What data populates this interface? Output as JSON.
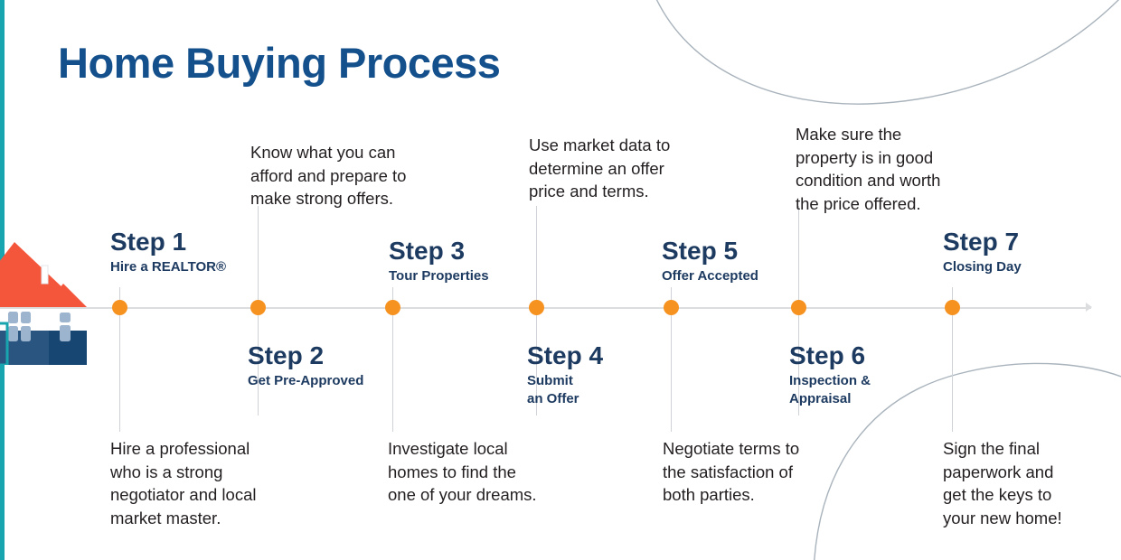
{
  "title": "Home Buying Process",
  "colors": {
    "accent_teal": "#18A5AF",
    "title_blue": "#14508C",
    "step_navy": "#1D3A60",
    "dot_orange": "#F69220",
    "line_gray": "#DCDDDF",
    "roof_red": "#F4563C",
    "house_base_navy": "#1C4268",
    "window_blue": "#9CB4CE",
    "body_text": "#231F20"
  },
  "timeline": {
    "steps": [
      {
        "id": 1,
        "number": "Step 1",
        "subtitle": "Hire a REALTOR®",
        "label_position": "above",
        "description": "Hire a professional\nwho is a strong\nnegotiator and local\nmarket master.",
        "description_position": "below"
      },
      {
        "id": 2,
        "number": "Step 2",
        "subtitle": "Get Pre-Approved",
        "label_position": "below",
        "description": "Know what you can\nafford and prepare to\nmake strong offers.",
        "description_position": "above"
      },
      {
        "id": 3,
        "number": "Step 3",
        "subtitle": "Tour Properties",
        "label_position": "above",
        "description": "Investigate local\nhomes to find the\none of your dreams.",
        "description_position": "below"
      },
      {
        "id": 4,
        "number": "Step 4",
        "subtitle": "Submit\nan Offer",
        "label_position": "below",
        "description": "Use market data to\ndetermine an offer\nprice and terms.",
        "description_position": "above"
      },
      {
        "id": 5,
        "number": "Step 5",
        "subtitle": "Offer Accepted",
        "label_position": "above",
        "description": "Negotiate terms to\nthe satisfaction of\nboth parties.",
        "description_position": "below"
      },
      {
        "id": 6,
        "number": "Step 6",
        "subtitle": "Inspection &\nAppraisal",
        "label_position": "below",
        "description": "Make sure the\nproperty is in good\ncondition and worth\nthe price offered.",
        "description_position": "above"
      },
      {
        "id": 7,
        "number": "Step 7",
        "subtitle": "Closing Day",
        "label_position": "above",
        "description": "Sign the final\npaperwork and\nget the keys to\nyour new home!",
        "description_position": "below"
      }
    ]
  },
  "decorations": {
    "house_illustration": "house-graphic",
    "arc_top_right": "decorative-arc",
    "arc_bottom_right": "decorative-arc",
    "left_accent_bar": "accent-bar"
  }
}
